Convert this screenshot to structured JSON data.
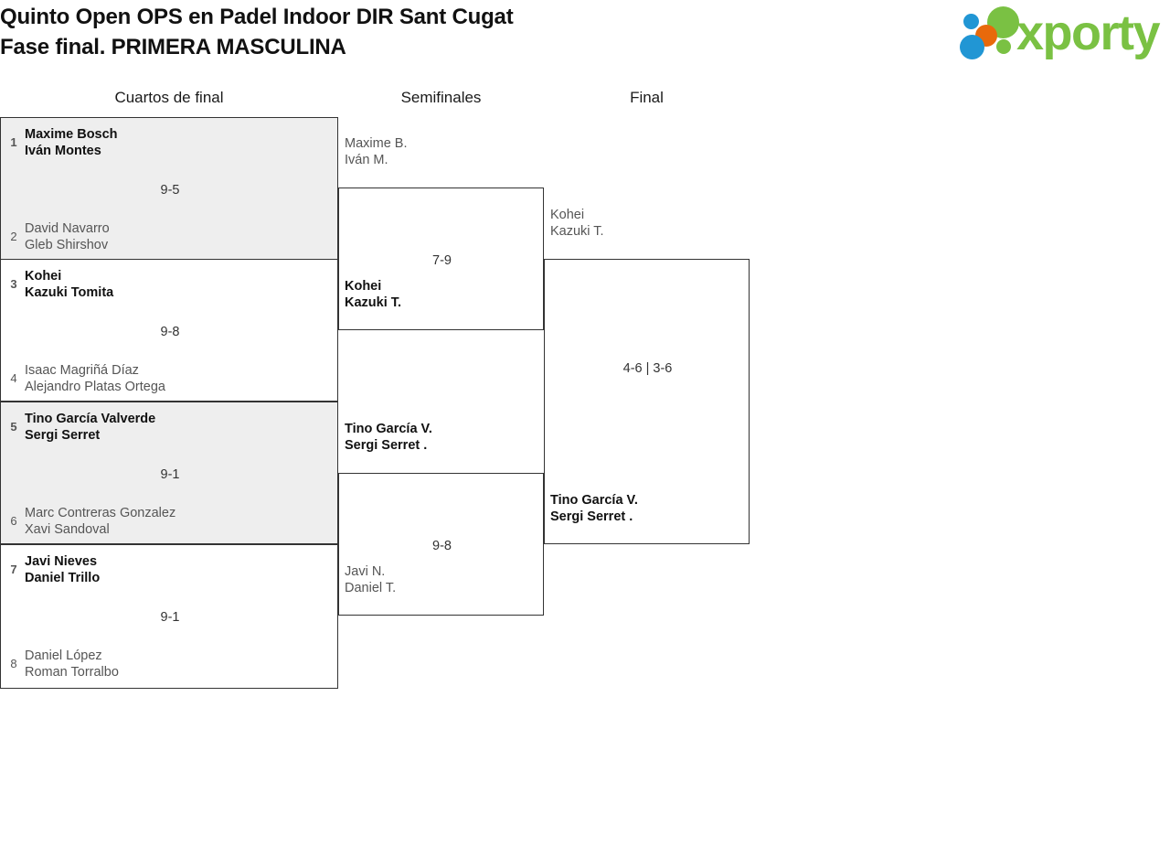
{
  "header": {
    "title": "Quinto Open OPS en Padel Indoor DIR Sant Cugat\nFase final. PRIMERA MASCULINA",
    "logo_text": "xporty",
    "logo_colors": {
      "green": "#7ac143",
      "blue": "#2196d4",
      "orange": "#e8690b"
    }
  },
  "rounds": [
    {
      "label": "Cuartos de final"
    },
    {
      "label": "Semifinales"
    },
    {
      "label": "Final"
    }
  ],
  "bracket": {
    "quarterfinals": [
      {
        "score": "9-5",
        "top": {
          "seed": "1",
          "p1": "Maxime Bosch",
          "p2": "Iván Montes",
          "result": "winner"
        },
        "bottom": {
          "seed": "2",
          "p1": "David Navarro",
          "p2": "Gleb Shirshov",
          "result": "loser"
        }
      },
      {
        "score": "9-8",
        "top": {
          "seed": "3",
          "p1": "Kohei",
          "p2": "Kazuki Tomita",
          "result": "winner"
        },
        "bottom": {
          "seed": "4",
          "p1": "Isaac Magriñá Díaz",
          "p2": "Alejandro Platas Ortega",
          "result": "loser"
        }
      },
      {
        "score": "9-1",
        "top": {
          "seed": "5",
          "p1": "Tino García Valverde",
          "p2": "Sergi Serret",
          "result": "winner"
        },
        "bottom": {
          "seed": "6",
          "p1": "Marc Contreras Gonzalez",
          "p2": "Xavi Sandoval",
          "result": "loser"
        }
      },
      {
        "score": "9-1",
        "top": {
          "seed": "7",
          "p1": "Javi Nieves",
          "p2": "Daniel Trillo",
          "result": "winner"
        },
        "bottom": {
          "seed": "8",
          "p1": "Daniel López",
          "p2": "Roman Torralbo",
          "result": "loser"
        }
      }
    ],
    "semifinals": [
      {
        "score": "7-9",
        "top": {
          "p1": "Maxime B.",
          "p2": "Iván M.",
          "result": "loser"
        },
        "bottom": {
          "p1": "Kohei",
          "p2": "Kazuki T.",
          "result": "winner"
        }
      },
      {
        "score": "9-8",
        "top": {
          "p1": "Tino García V.",
          "p2": "Sergi Serret .",
          "result": "winner"
        },
        "bottom": {
          "p1": "Javi N.",
          "p2": "Daniel T.",
          "result": "loser"
        }
      }
    ],
    "final": {
      "score": "4-6 | 3-6",
      "top": {
        "p1": "Kohei",
        "p2": "Kazuki T.",
        "result": "loser"
      },
      "bottom": {
        "p1": "Tino García V.",
        "p2": "Sergi Serret .",
        "result": "winner"
      }
    }
  }
}
